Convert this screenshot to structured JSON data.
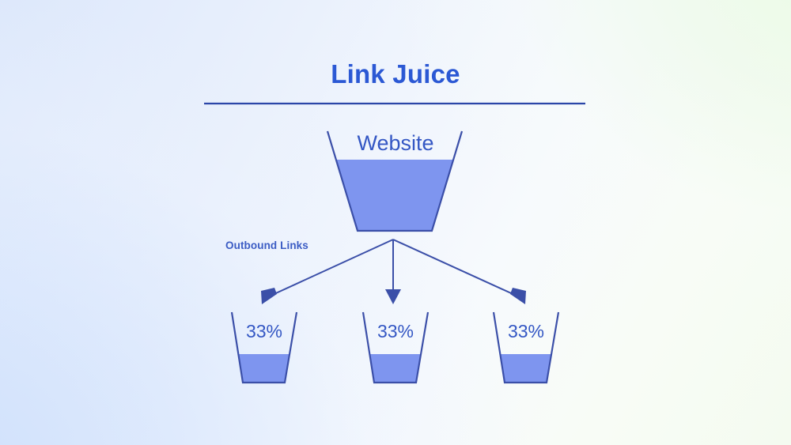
{
  "slide": {
    "title": "Link Juice",
    "divider": true,
    "background": {
      "from": "#dde8fb",
      "to": "#f2fbec"
    }
  },
  "colors": {
    "title_blue": "#2b58d4",
    "label_blue": "#3457c4",
    "stroke_blue": "#3b4fa8",
    "fill_blue": "#7e95ef",
    "arrow_blue": "#3b4fa8"
  },
  "diagram": {
    "source": {
      "label": "Website",
      "shape": "funnel-trapezoid",
      "fill_level_pct": 75
    },
    "connector": {
      "label": "Outbound Links",
      "type": "three-arrows",
      "count": 3
    },
    "targets": [
      {
        "label": "33%",
        "shape": "funnel-trapezoid",
        "fill_level_pct": 40
      },
      {
        "label": "33%",
        "shape": "funnel-trapezoid",
        "fill_level_pct": 40
      },
      {
        "label": "33%",
        "shape": "funnel-trapezoid",
        "fill_level_pct": 40
      }
    ]
  }
}
